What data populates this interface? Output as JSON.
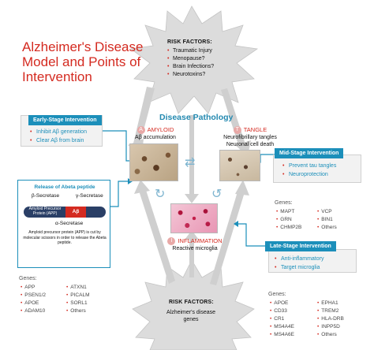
{
  "title": "Alzheimer's Disease Model and Points of Intervention",
  "risk_factors_top": {
    "title": "RISK FACTORS:",
    "items": [
      "Traumatic Injury",
      "Menopause?",
      "Brain Infections?",
      "Neurotoxins?"
    ]
  },
  "disease_pathology": "Disease Pathology",
  "amyloid": {
    "letter": "A",
    "label": "AMYLOID",
    "sub": "Aβ accumulation"
  },
  "tangle": {
    "letter": "T",
    "label": "TANGLE",
    "sub1": "Neurofibrillary tangles",
    "sub2": "Neuronal cell death"
  },
  "inflammation": {
    "letter": "I",
    "label": "INFLAMMATION",
    "sub": "Reactive microglia"
  },
  "early_stage": {
    "title": "Early-Stage Intervention",
    "items": [
      "Inhibit Aβ generation",
      "Clear Aβ from brain"
    ]
  },
  "mid_stage": {
    "title": "Mid-Stage Intervention",
    "items": [
      "Prevent tau tangles",
      "Neuroprotection"
    ]
  },
  "late_stage": {
    "title": "Late-Stage Intervention",
    "items": [
      "Anti-inflammatory",
      "Target microglia"
    ]
  },
  "abeta_release": {
    "title": "Release of Abeta peptide",
    "beta_secretase": "β-Secretase",
    "gamma_secretase": "γ-Secretase",
    "alpha_secretase": "α-Secretase",
    "app_label": "Amyloid Precursor Protein (APP)",
    "abeta": "Aβ",
    "description": "Amyloid precursor protein (APP) is cut by molecular scissors in order to release the Abeta peptide."
  },
  "genes_tangle": {
    "title": "Genes:",
    "col1": [
      "MAPT",
      "GRN",
      "CHMP2B"
    ],
    "col2": [
      "VCP",
      "BIN1",
      "Others"
    ]
  },
  "genes_amyloid": {
    "title": "Genes:",
    "col1": [
      "APP",
      "PSEN1/2",
      "APOE",
      "ADAM10"
    ],
    "col2": [
      "ATXN1",
      "PICALM",
      "SORL1",
      "Others"
    ]
  },
  "genes_inflammation": {
    "title": "Genes:",
    "col1": [
      "APOE",
      "CD33",
      "CR1",
      "MS4A4E",
      "MS4A6E"
    ],
    "col2": [
      "EPHA1",
      "TREM2",
      "HLA-DRB",
      "INPP5D",
      "Others"
    ]
  },
  "risk_factors_bottom": {
    "title": "RISK FACTORS:",
    "sub1": "Alzheimer's disease",
    "sub2": "genes"
  },
  "colors": {
    "title_red": "#d42a20",
    "accent_blue": "#1c8fba",
    "app_navy": "#2a3f66"
  }
}
